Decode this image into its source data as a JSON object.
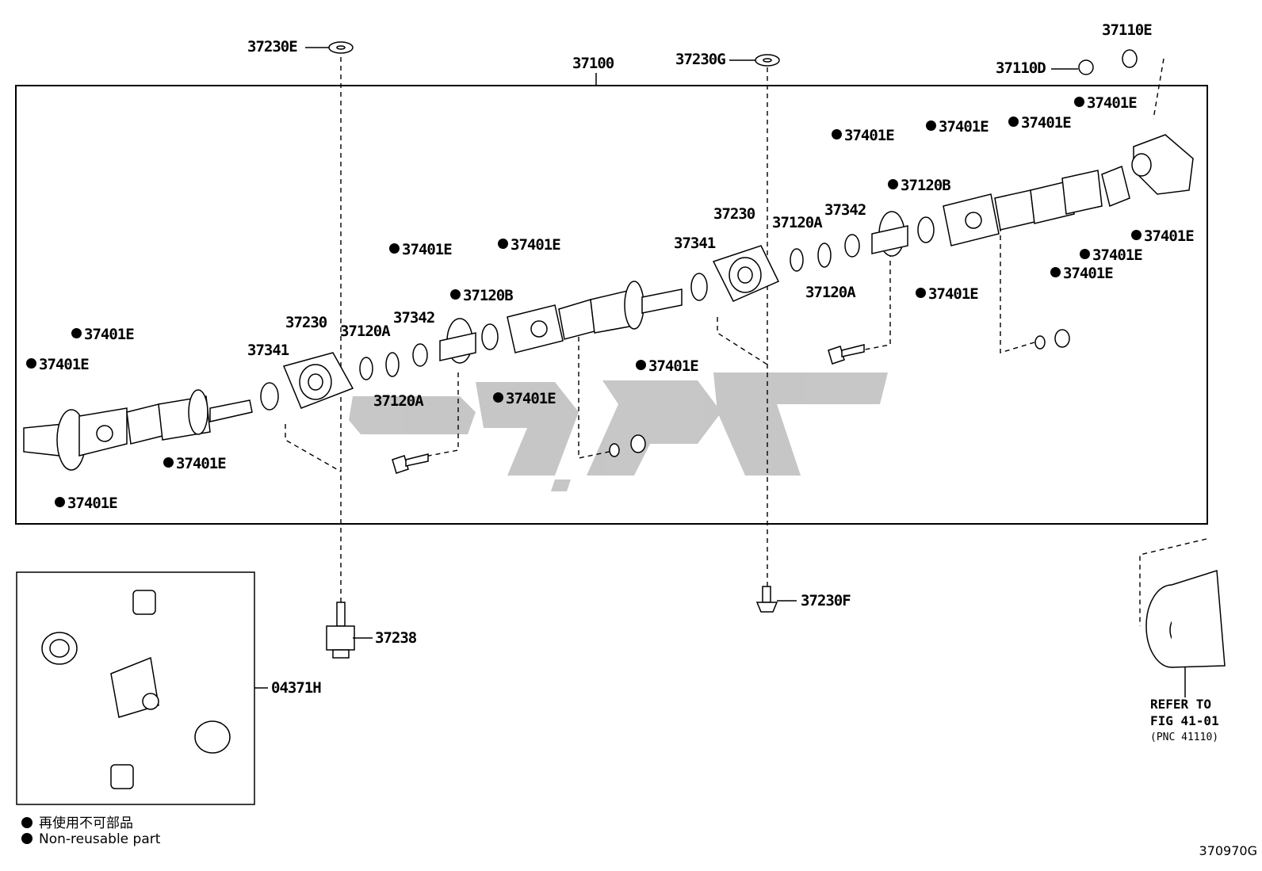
{
  "figure_id": "370970G",
  "legend": {
    "jp": "再使用不可部品",
    "en": "Non-reusable part"
  },
  "reference": {
    "line1": "REFER TO",
    "line2": "FIG 41-01",
    "line3": "(PNC 41110)"
  },
  "parts": {
    "assembly": "37100",
    "washer_e": "37230E",
    "washer_g": "37230G",
    "nut_d": "37110D",
    "washer_110e": "37110E",
    "bearing": "37230",
    "dust_341": "37341",
    "seal_342": "37342",
    "ring_a": "37120A",
    "ring_b": "37120B",
    "snap_ring": "37401E",
    "stud_238": "37238",
    "bolt_f": "37230F",
    "spider_kit": "04371H"
  }
}
